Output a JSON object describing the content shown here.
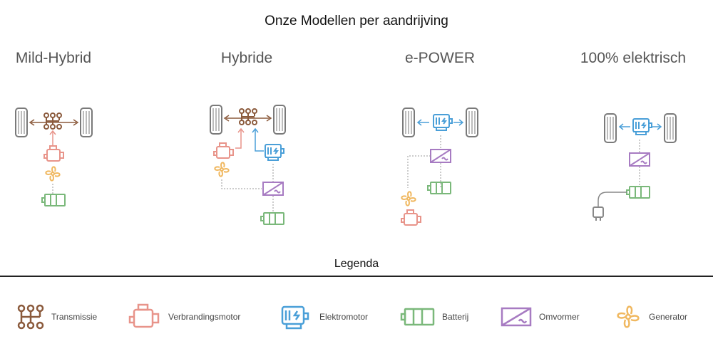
{
  "title": "Onze Modellen per aandrijving",
  "columns": [
    {
      "label": "Mild-Hybrid"
    },
    {
      "label": "Hybride"
    },
    {
      "label": "e-POWER"
    },
    {
      "label": "100% elektrisch"
    }
  ],
  "legend": {
    "heading": "Legenda",
    "items": [
      {
        "label": "Transmissie",
        "icon": "transmission-icon",
        "color": "#8b5a3c"
      },
      {
        "label": "Verbrandingsmotor",
        "icon": "combustion-engine-icon",
        "color": "#e8948a"
      },
      {
        "label": "Elektromotor",
        "icon": "electric-motor-icon",
        "color": "#4a9fd8"
      },
      {
        "label": "Batterij",
        "icon": "battery-icon",
        "color": "#7ab87a"
      },
      {
        "label": "Omvormer",
        "icon": "inverter-icon",
        "color": "#a77bc2"
      },
      {
        "label": "Generator",
        "icon": "generator-icon",
        "color": "#f0b860"
      }
    ]
  },
  "colors": {
    "transmission": "#8b5a3c",
    "engine": "#e8948a",
    "motor": "#4a9fd8",
    "battery": "#7ab87a",
    "inverter": "#a77bc2",
    "generator": "#f0b860",
    "wheel": "#7a7a7a",
    "plug": "#888888"
  }
}
